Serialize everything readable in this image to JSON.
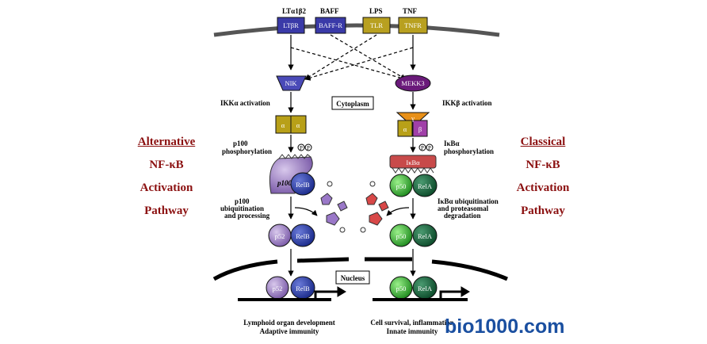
{
  "left_title": [
    "Alternative",
    "NF-κB",
    "Activation",
    "Pathway"
  ],
  "right_title": [
    "Classical",
    "NF-κB",
    "Activation",
    "Pathway"
  ],
  "ligands": {
    "lt": "LTα1β2",
    "baff": "BAFF",
    "lps": "LPS",
    "tnf": "TNF"
  },
  "receptors": {
    "ltbr": "LTβR",
    "baffr": "BAFF-R",
    "tlr": "TLR",
    "tnfr": "TNFR"
  },
  "kinases": {
    "nik": "NIK",
    "mekk3": "MEKK3"
  },
  "ikk_left": {
    "a1": "α",
    "a2": "α",
    "activation": "IKKα activation"
  },
  "ikk_right": {
    "g": "γ",
    "a": "α",
    "b": "β",
    "activation": "IKKβ activation"
  },
  "compartments": {
    "cytoplasm": "Cytoplasm",
    "nucleus": "Nucleus"
  },
  "left_steps": {
    "phos1": "p100",
    "phos2": "phosphorylation",
    "ubi1": "p100",
    "ubi2": "ubiquitination",
    "ubi3": "and processing"
  },
  "right_steps": {
    "phos1": "IκBα",
    "phos2": "phosphorylation",
    "ubi1": "IκBα ubiquitination",
    "ubi2": "and proteasomal",
    "ubi3": "degradation"
  },
  "proteins": {
    "p100": "p100",
    "relb": "RelB",
    "p52": "p52",
    "ikba": "IκBα",
    "p50": "p50",
    "rela": "RelA"
  },
  "phospho": "P",
  "outcomes": {
    "left1": "Lymphoid organ development",
    "left2": "Adaptive immunity",
    "right1": "Cell survival, inflammation",
    "right2": "Innate immunity"
  },
  "watermark": "bio1000.com"
}
